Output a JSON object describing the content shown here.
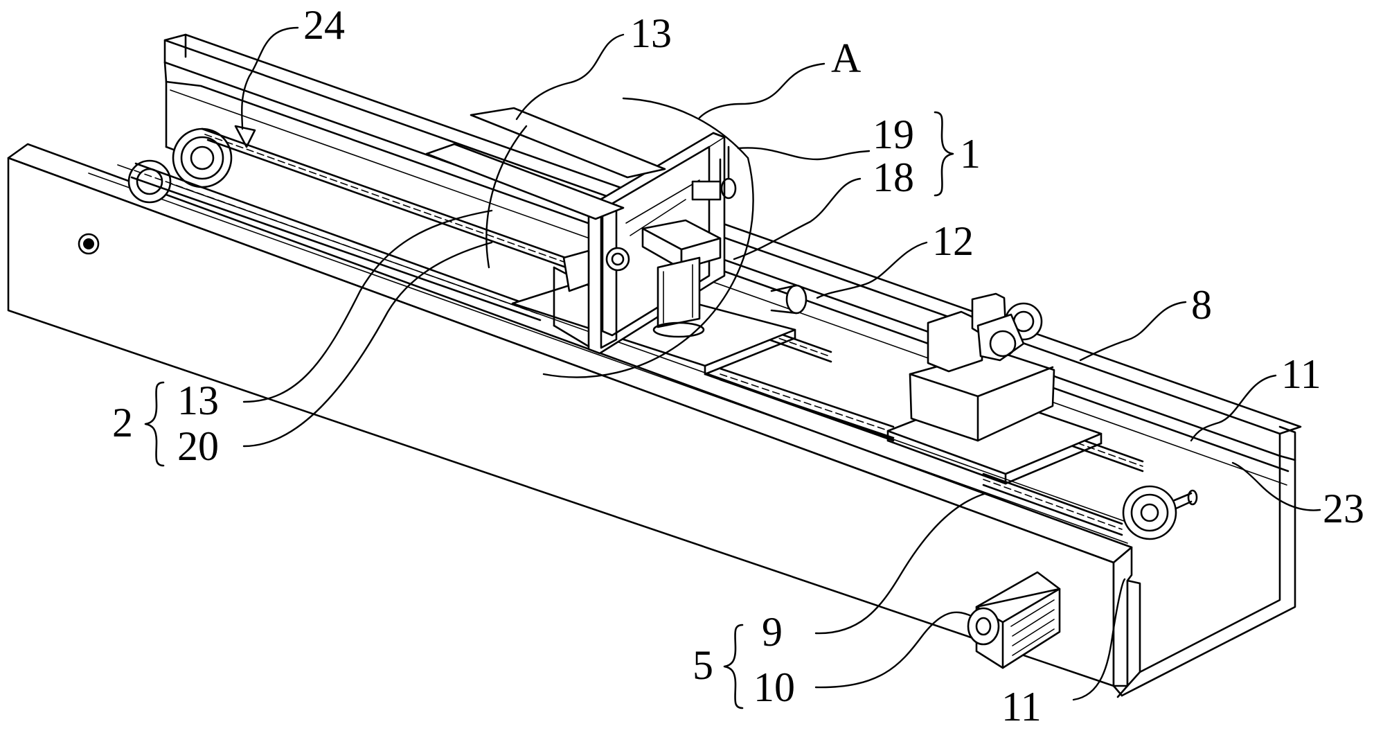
{
  "figure": {
    "labels": {
      "l24": "24",
      "l13_top": "13",
      "lA": "A",
      "l19": "19",
      "l18": "18",
      "l1": "1",
      "l12": "12",
      "l8": "8",
      "l11_right": "11",
      "l23": "23",
      "l2": "2",
      "l13_left": "13",
      "l20": "20",
      "l5": "5",
      "l9": "9",
      "l10": "10",
      "l11_bottom": "11"
    }
  }
}
